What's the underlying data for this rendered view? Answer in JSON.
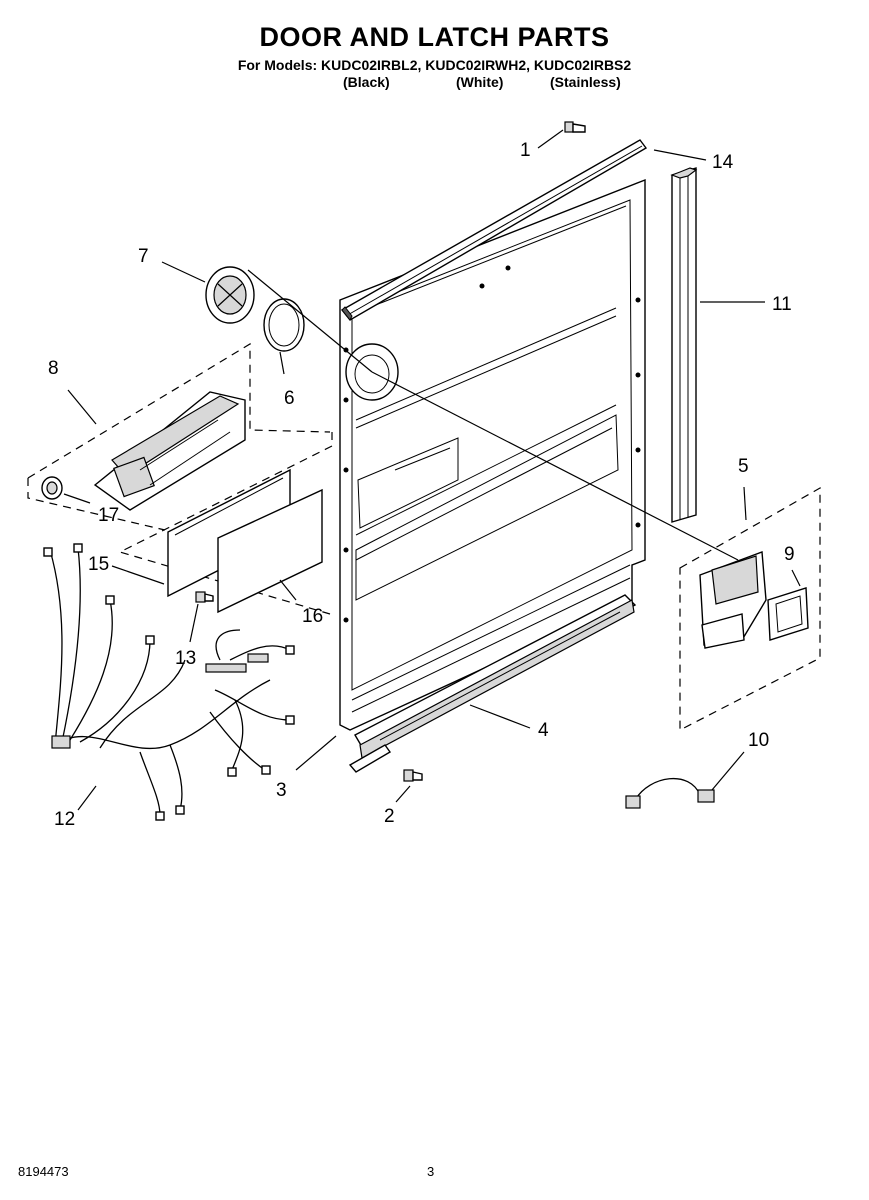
{
  "title": "DOOR AND LATCH PARTS",
  "models_line": "For Models: KUDC02IRBL2, KUDC02IRWH2, KUDC02IRBS2",
  "finishes": [
    "(Black)",
    "(White)",
    "(Stainless)"
  ],
  "callouts": [
    "1",
    "2",
    "3",
    "4",
    "5",
    "6",
    "7",
    "8",
    "9",
    "10",
    "11",
    "12",
    "13",
    "14",
    "15",
    "16",
    "17"
  ],
  "footer": {
    "document_number": "8194473",
    "page_number": "3"
  }
}
